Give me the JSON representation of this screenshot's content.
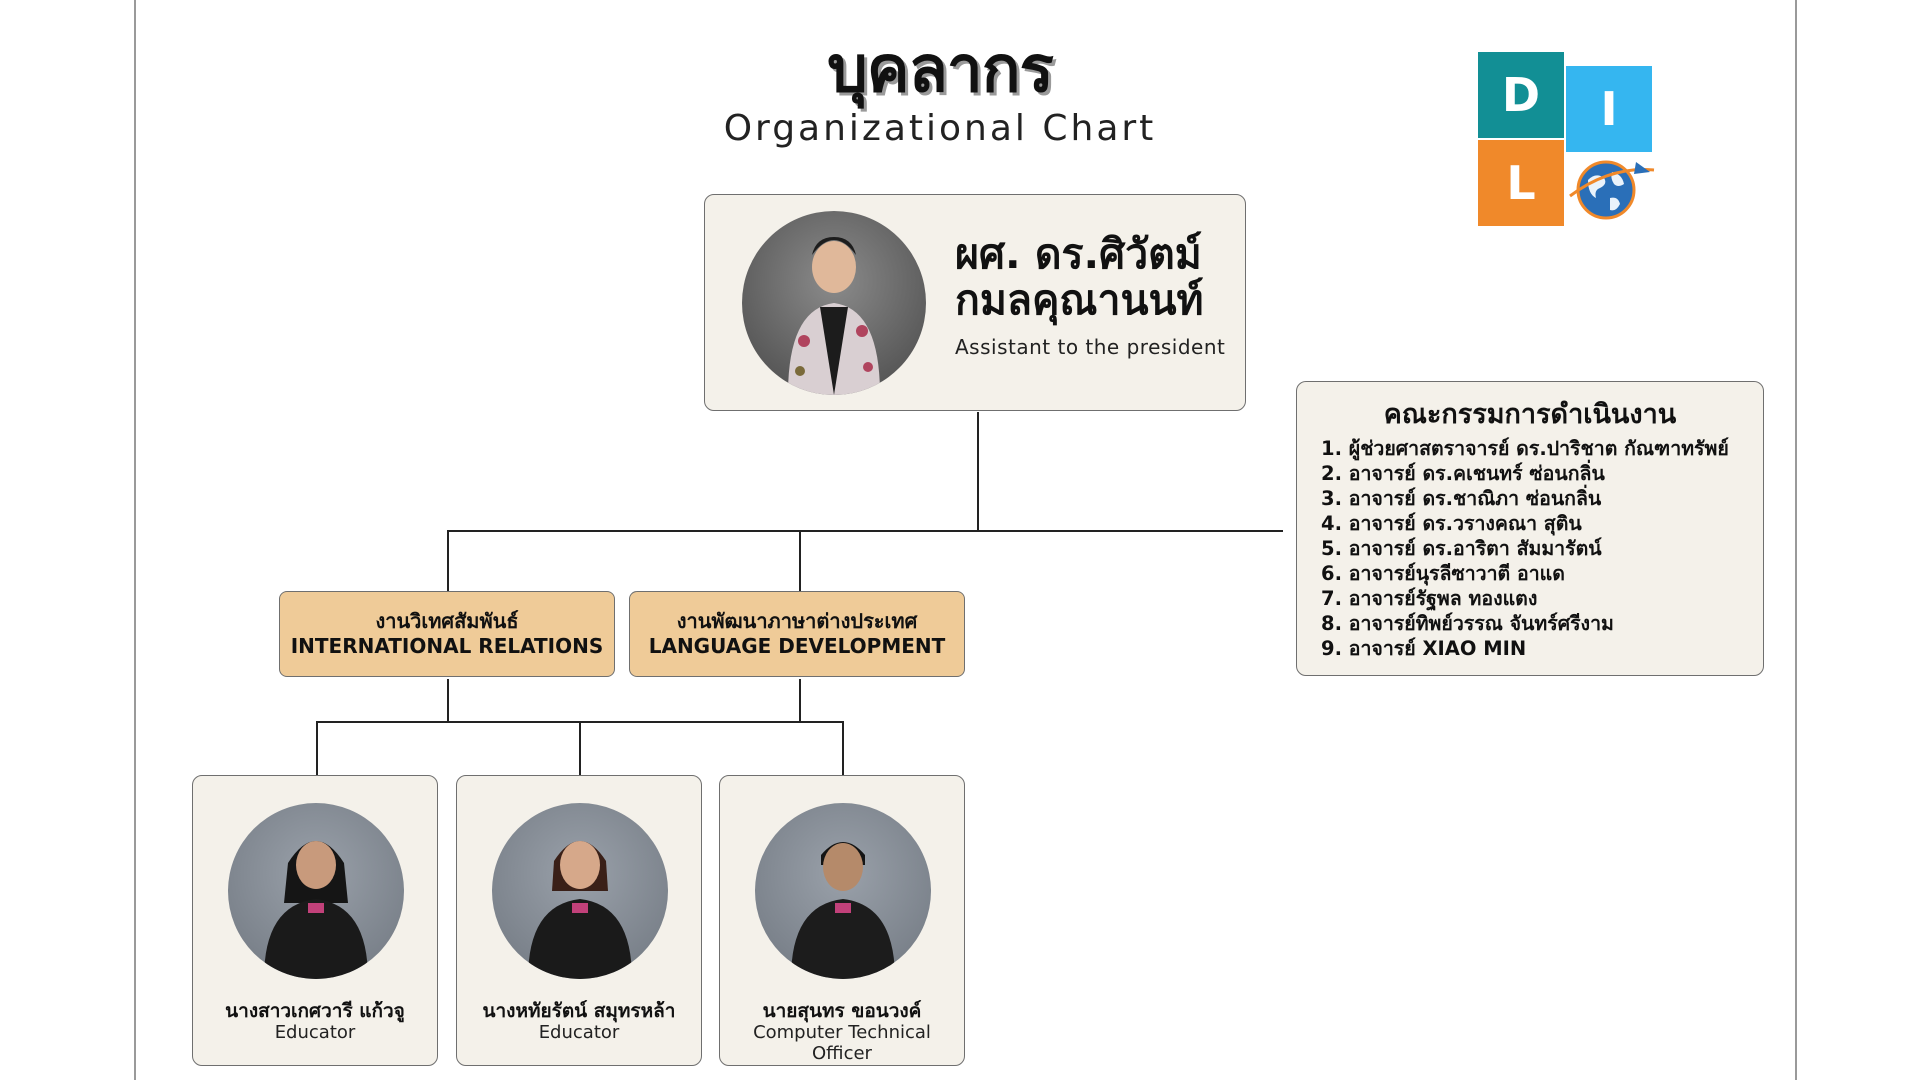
{
  "header": {
    "title_th": "บุคลากร",
    "title_en": "Organizational Chart"
  },
  "logo": {
    "letters": [
      "D",
      "I",
      "L"
    ],
    "colors": {
      "teal": "#128f95",
      "sky": "#35b6f0",
      "orange": "#f0892a",
      "globe": "#2a6fb8"
    }
  },
  "head": {
    "name_line1": "ผศ. ดร.ศิวัตม์",
    "name_line2": "กมลคุณานนท์",
    "role": "Assistant to the president"
  },
  "committee": {
    "title": "คณะกรรมการดำเนินงาน",
    "members": [
      "1. ผู้ช่วยศาสตราจารย์ ดร.ปาริชาต กัณฑาทรัพย์",
      "2. อาจารย์ ดร.คเชนทร์ ซ่อนกลิ่น",
      "3. อาจารย์ ดร.ชาณิภา ซ่อนกลิ่น",
      "4. อาจารย์ ดร.วรางคณา สุติน",
      "5. อาจารย์ ดร.อาริตา สัมมารัตน์",
      "6. อาจารย์นุรลีซาวาตี อาแด",
      "7. อาจารย์รัฐพล ทองแตง",
      "8. อาจารย์ทิพย์วรรณ จันทร์ศรีงาม",
      "9. อาจารย์ XIAO MIN"
    ]
  },
  "departments": [
    {
      "th": "งานวิเทศสัมพันธ์",
      "en": "INTERNATIONAL RELATIONS"
    },
    {
      "th": "งานพัฒนาภาษาต่างประเทศ",
      "en": "LANGUAGE DEVELOPMENT"
    }
  ],
  "staff": [
    {
      "name": "นางสาวเกศวารี แก้วจู",
      "role": "Educator"
    },
    {
      "name": "นางหทัยรัตน์ สมุทรหล้า",
      "role": "Educator"
    },
    {
      "name": "นายสุนทร ขอนวงค์",
      "role": "Computer Technical Officer"
    }
  ],
  "colors": {
    "card_bg": "#f4f1ea",
    "dept_bg": "#efcb98",
    "line": "#222222"
  }
}
